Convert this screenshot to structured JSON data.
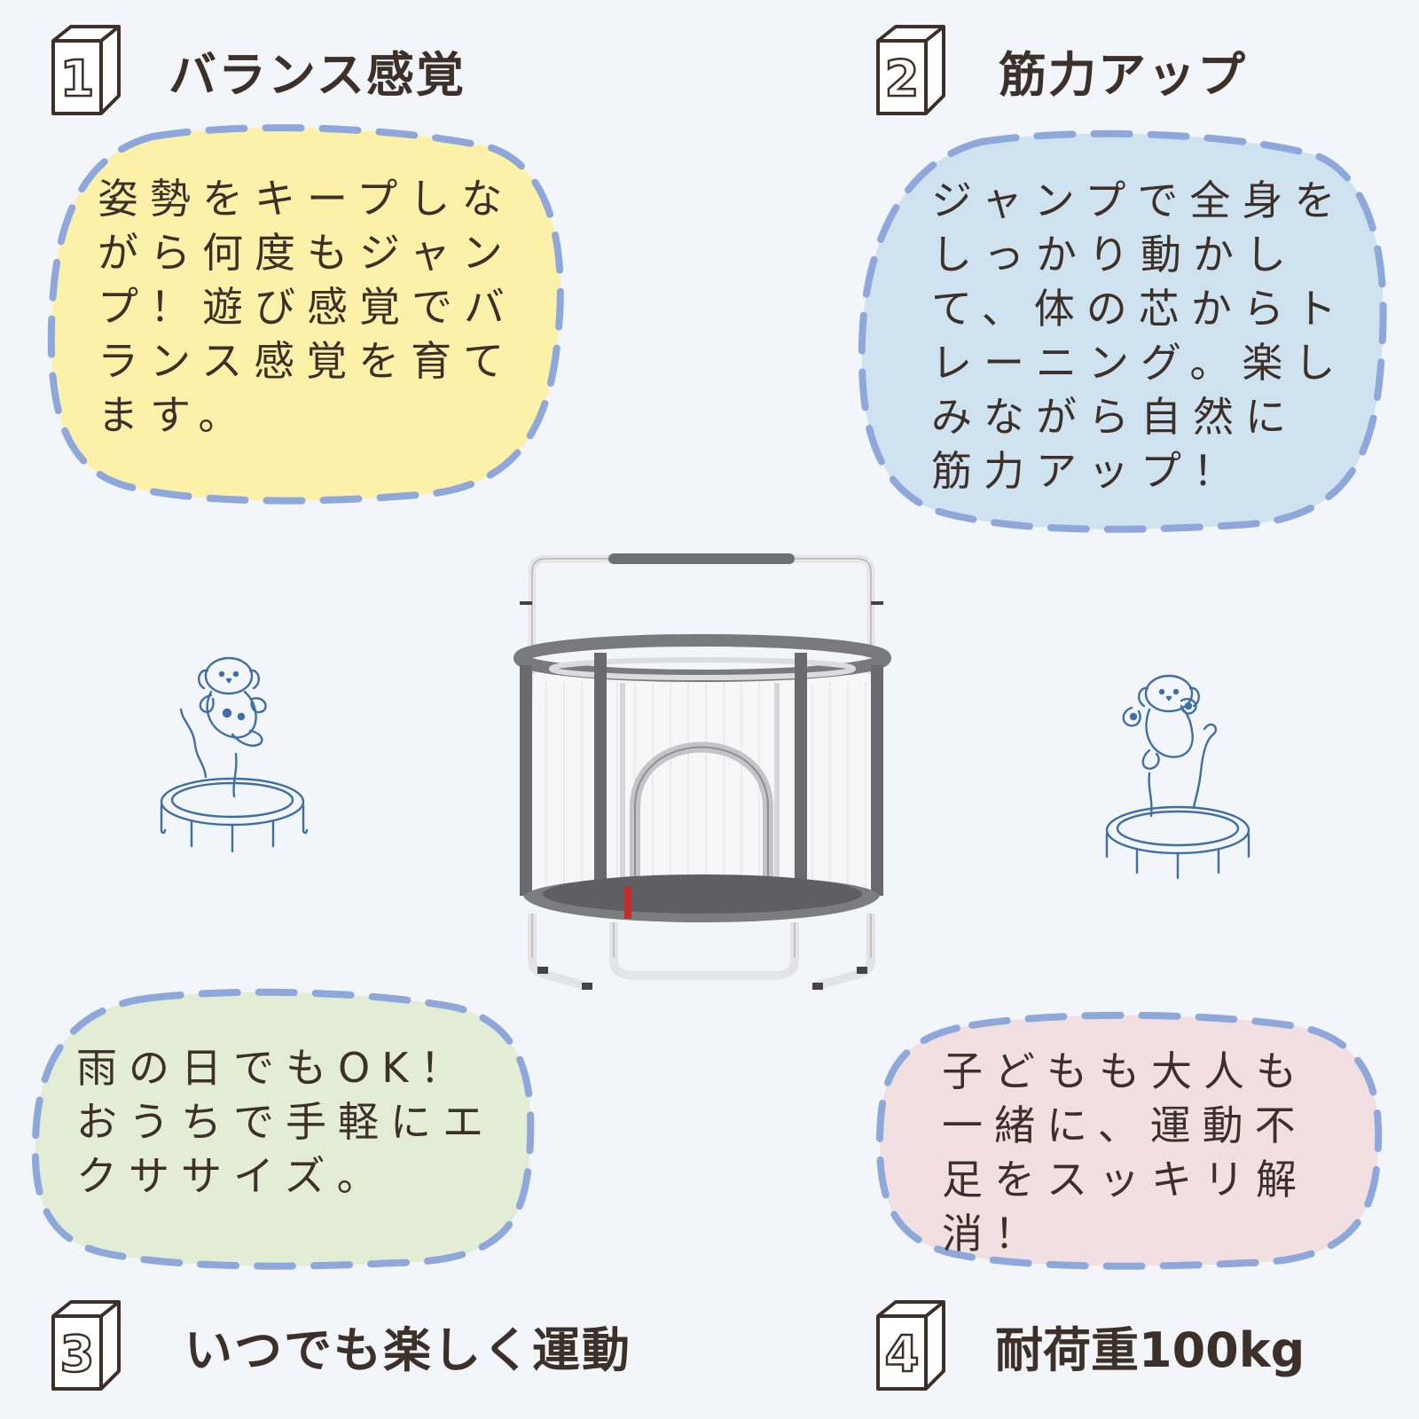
{
  "features": [
    {
      "number": "1",
      "title": "バランス感覚",
      "description": "姿勢をキープしながら何度もジャンプ！遊び感覚でバランス感覚を育てます。",
      "bubble_color": "#fdf0a8"
    },
    {
      "number": "2",
      "title": "筋力アップ",
      "description": "ジャンプで全身をしっかり動かして、体の芯からトレーニング。楽しみながら自然に筋力アップ！",
      "bubble_color": "#cfe2ef"
    },
    {
      "number": "3",
      "title": "いつでも楽しく運動",
      "description": "雨の日でもOK！おうちで手軽にエクササイズ。",
      "bubble_color": "#e3edd6"
    },
    {
      "number": "4",
      "title": "耐荷重100kg",
      "description": "子どもも大人も一緒に、運動不足をスッキリ解消！",
      "bubble_color": "#f1dfe2"
    }
  ],
  "colors": {
    "background": "#f2f6fa",
    "dash": "#8ea8dc",
    "ink": "#3c3028",
    "illustration": "#3f6ea5"
  },
  "icons": {
    "number_badge": "numbered-cube-icon",
    "left_illustration": "dog-jumping-trampoline-icon",
    "right_illustration": "dog-jumping-trampoline-icon",
    "product": "kids-trampoline-with-net"
  }
}
